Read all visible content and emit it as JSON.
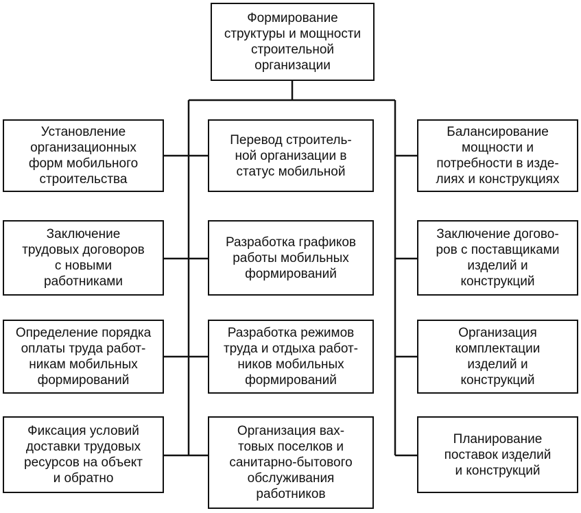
{
  "root": {
    "text": "Формирование\nструктуры и мощности\nстроительной\nорганизации"
  },
  "left": [
    {
      "text": "Установление\nорганизационных\nформ мобильного\nстроительства"
    },
    {
      "text": "Заключение\nтрудовых договоров\nс новыми\nработниками"
    },
    {
      "text": "Определение порядка\nоплаты труда работ-\nникам мобильных\nформирований"
    },
    {
      "text": "Фиксация условий\nдоставки трудовых\nресурсов на объект\nи обратно"
    }
  ],
  "center": [
    {
      "text": "Перевод строитель-\nной организации в\nстатус мобильной"
    },
    {
      "text": "Разработка графиков\nработы мобильных\nформирований"
    },
    {
      "text": "Разработка режимов\nтруда и отдыха работ-\nников мобильных\nформирований"
    },
    {
      "text": "Организация вах-\nтовых поселков и\nсанитарно-бытового\nобслуживания\nработников"
    }
  ],
  "right": [
    {
      "text": "Балансирование\nмощности и\nпотребности в изде-\nлиях и конструкциях"
    },
    {
      "text": "Заключение догово-\nров с поставщиками\nизделий и\nконструкций"
    },
    {
      "text": "Организация\nкомплектации\nизделий и\nконструкций"
    },
    {
      "text": "Планирование\nпоставок изделий\nи конструкций"
    }
  ]
}
